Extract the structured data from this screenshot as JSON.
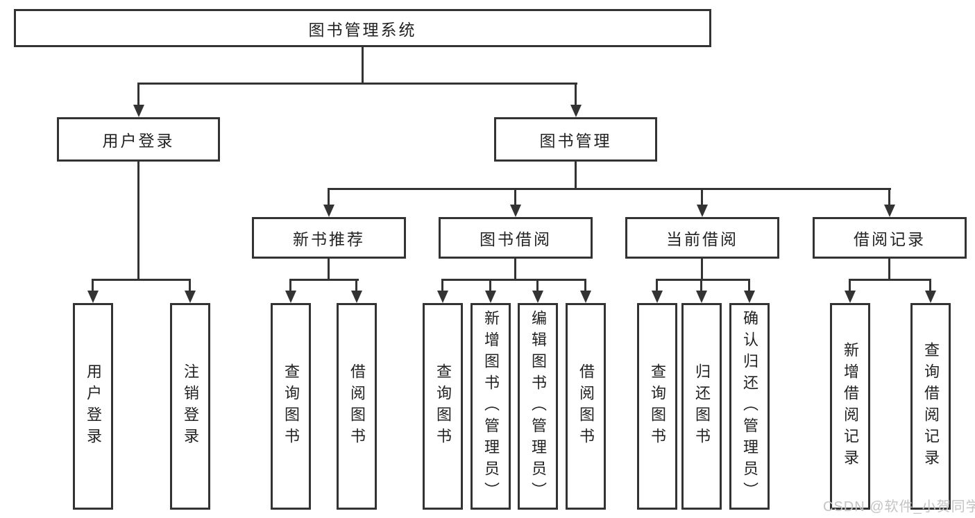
{
  "diagram_title": "图书管理系统",
  "tree": {
    "label": "图书管理系统",
    "children": [
      {
        "label": "用户登录",
        "children": [
          {
            "label": "用户登录"
          },
          {
            "label": "注销登录"
          }
        ]
      },
      {
        "label": "图书管理",
        "children": [
          {
            "label": "新书推荐",
            "children": [
              {
                "label": "查询图书"
              },
              {
                "label": "借阅图书"
              }
            ]
          },
          {
            "label": "图书借阅",
            "children": [
              {
                "label": "查询图书"
              },
              {
                "label": "新增图书（管理员）"
              },
              {
                "label": "编辑图书（管理员）"
              },
              {
                "label": "借阅图书"
              }
            ]
          },
          {
            "label": "当前借阅",
            "children": [
              {
                "label": "查询图书"
              },
              {
                "label": "归还图书"
              },
              {
                "label": "确认归还（管理员）"
              }
            ]
          },
          {
            "label": "借阅记录",
            "children": [
              {
                "label": "新增借阅记录"
              },
              {
                "label": "查询借阅记录"
              }
            ]
          }
        ]
      }
    ]
  },
  "watermark": {
    "text": "CSDN @软件_小贺同学"
  },
  "colors": {
    "background": "#ffffff",
    "line": "#333333",
    "box_border": "#333333",
    "text": "#222222",
    "watermark": "#c4c4c4"
  }
}
